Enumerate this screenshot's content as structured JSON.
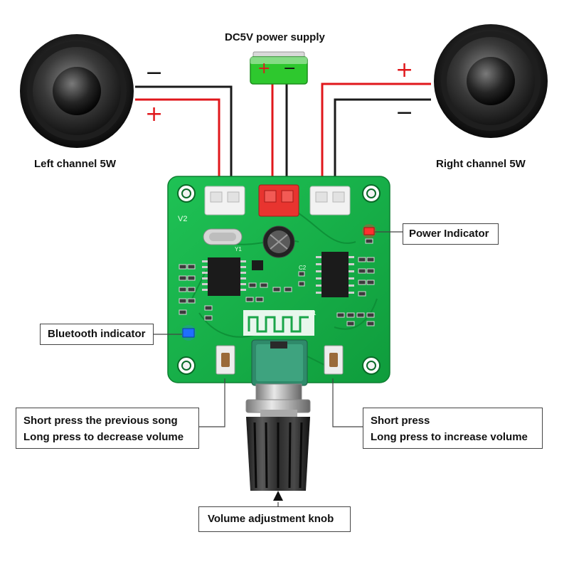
{
  "title": "DC5V power supply",
  "speakers": {
    "left_label": "Left channel 5W",
    "right_label": "Right channel 5W"
  },
  "polarity": {
    "plus": "+",
    "minus": "−"
  },
  "callouts": {
    "power_indicator": "Power Indicator",
    "bluetooth_indicator": "Bluetooth indicator",
    "prev_line1": "Short press the previous song",
    "prev_line2": "Long press to decrease volume",
    "next_line1": "Short press",
    "next_line2": "Long press to increase volume",
    "volume_knob": "Volume adjustment knob"
  },
  "board": {
    "version": "V2",
    "crystal": "Y1",
    "antenna": "ANT1",
    "cap_label": "C2"
  },
  "colors": {
    "pcb_green": "#15b84a",
    "wire_red": "#e0171b",
    "wire_black": "#1a1a1a",
    "battery_green": "#2ec82e",
    "power_led": "#ff3030",
    "bt_led": "#1f6fff"
  }
}
